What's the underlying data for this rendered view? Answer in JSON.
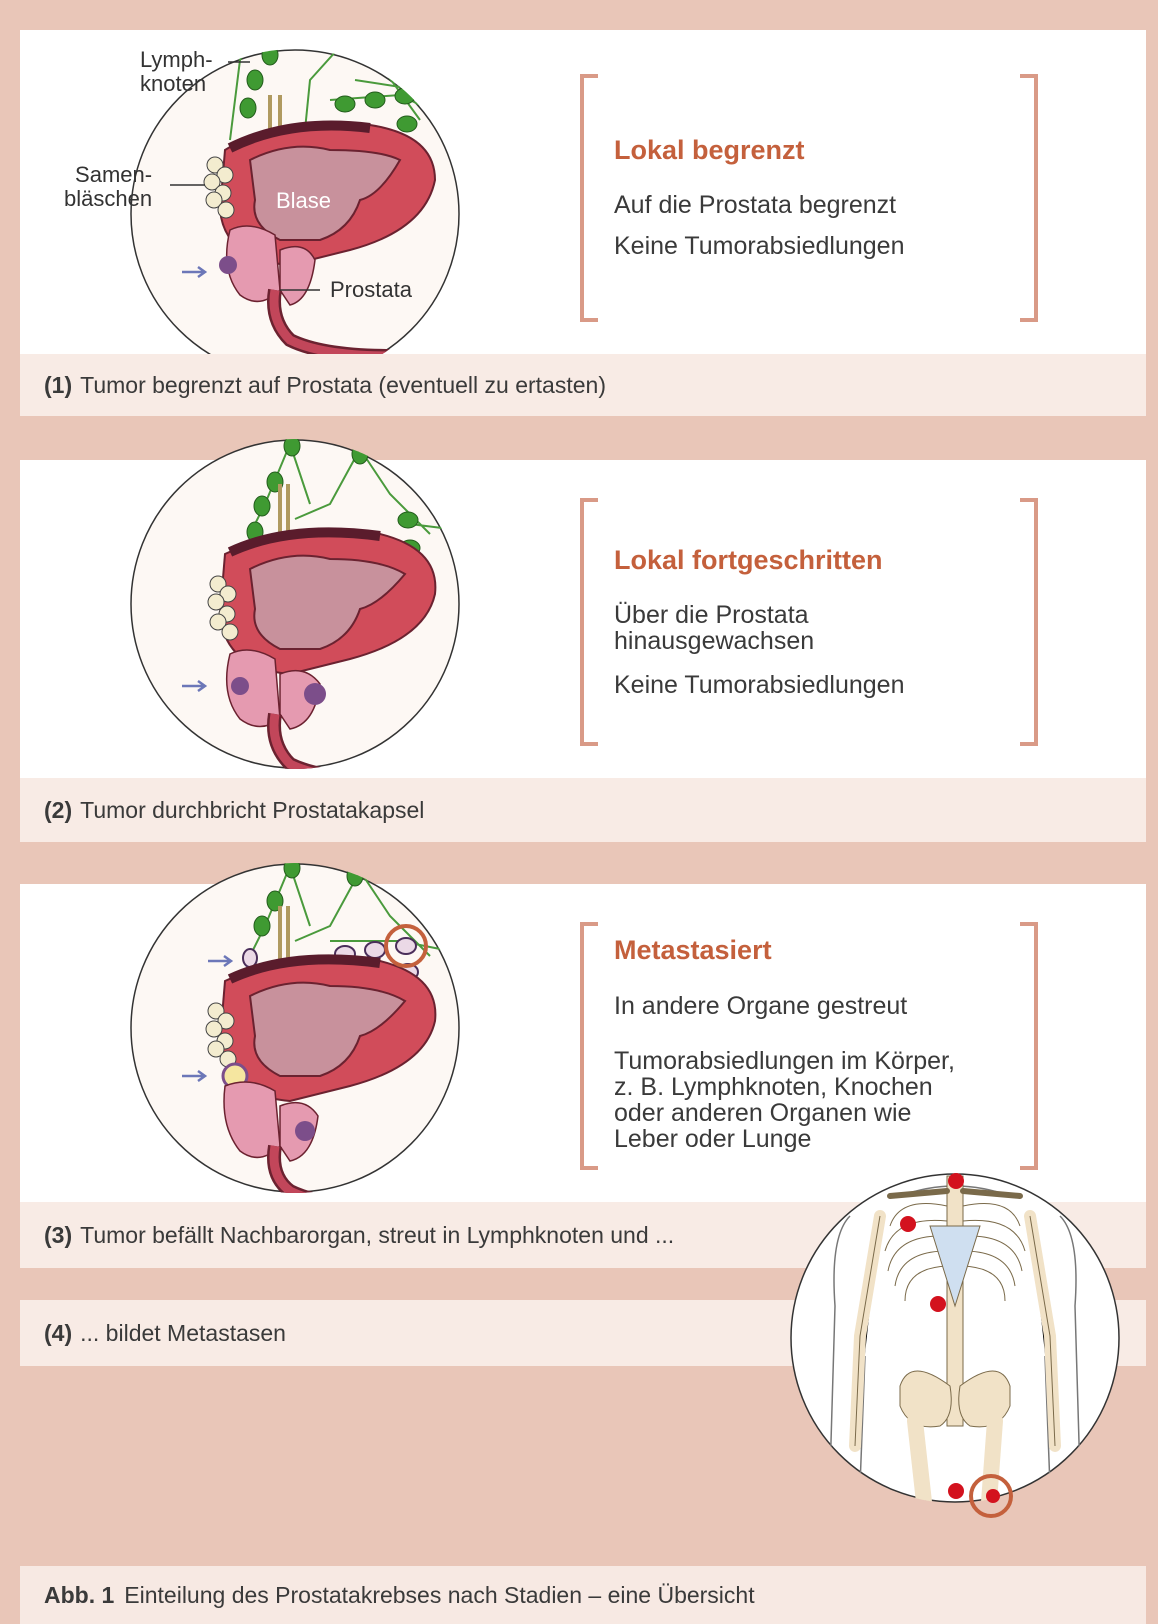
{
  "stages": [
    {
      "title": "Lokal begrenzt",
      "lines": [
        "Auf die Prostata begrenzt",
        "Keine Tumorabsiedlungen"
      ],
      "caption_num": "(1)",
      "caption_text": "Tumor begrenzt auf Prostata (eventuell zu ertasten)"
    },
    {
      "title": "Lokal fortgeschritten",
      "lines": [
        "Über die Prostata",
        "hinausgewachsen",
        "Keine Tumorabsiedlungen"
      ],
      "caption_num": "(2)",
      "caption_text": "Tumor durchbricht Prostatakapsel"
    },
    {
      "title": "Metastasiert",
      "lines": [
        "In andere Organe gestreut",
        "Tumorabsiedlungen im Körper,",
        "z. B. Lymphknoten, Knochen",
        "oder anderen Organen wie",
        "Leber oder Lunge"
      ],
      "caption_num": "(3)",
      "caption_text": "Tumor befällt Nachbarorgan, streut in Lymphknoten und ..."
    }
  ],
  "caption4": {
    "num": "(4)",
    "text": "... bildet Metastasen"
  },
  "labels": {
    "lymph1": "Lymph-",
    "lymph2": "knoten",
    "samen1": "Samen-",
    "samen2": "bläschen",
    "blase": "Blase",
    "prostata": "Prostata"
  },
  "footer": {
    "label": "Abb. 1",
    "text": "Einteilung des Prostatakrebses nach Stadien – eine Übersicht"
  },
  "colors": {
    "accent": "#c4603c",
    "bracket": "#d99a87",
    "background": "#e9c6b8",
    "caption_bg": "#f8ebe5"
  }
}
